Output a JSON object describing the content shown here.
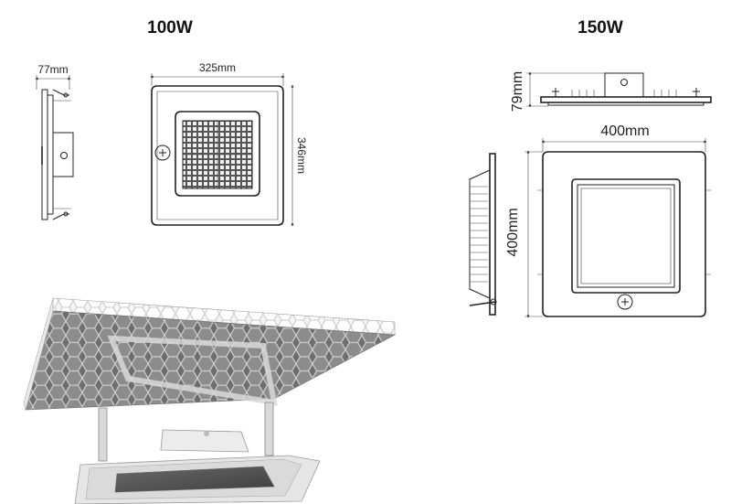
{
  "models": {
    "left": {
      "title": "100W",
      "side_width": "77mm",
      "width": "325mm",
      "height": "346mm"
    },
    "right": {
      "title": "150W",
      "side_height": "79mm",
      "width": "400mm",
      "height": "400mm"
    }
  },
  "icons": {
    "sensor": "sensor-icon",
    "grid": "led-grid-icon",
    "product": "canopy-light-photo"
  },
  "colors": {
    "line": "#222222",
    "panel": "#8a8a8a",
    "panel_dark": "#5c5c5c",
    "frame": "#e8e8e8"
  }
}
